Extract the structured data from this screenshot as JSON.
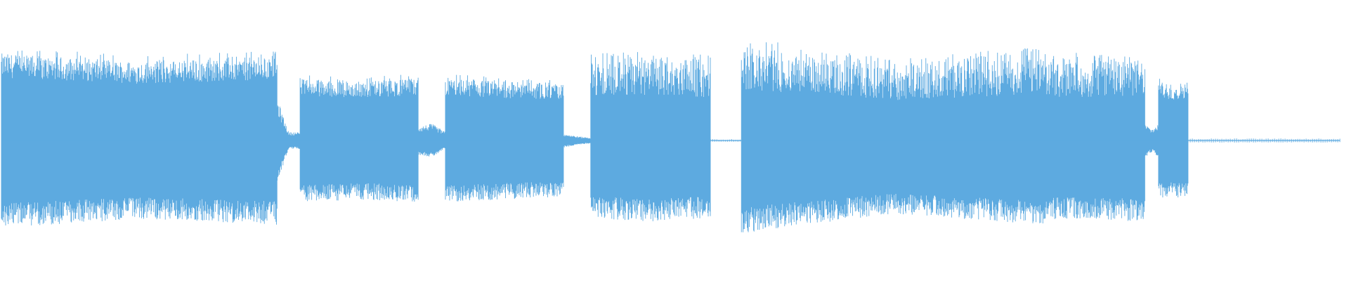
{
  "waveform": {
    "color": "#5DAAE0",
    "background": "#FFFFFF",
    "segments": [
      {
        "start": 0.0,
        "end": 0.205,
        "amp_start": 0.62,
        "amp_end": 0.6,
        "amp_mid": 0.56,
        "style": "dense"
      },
      {
        "start": 0.205,
        "end": 0.222,
        "amp_start": 0.3,
        "amp_end": 0.06,
        "amp_mid": 0.06,
        "style": "fade"
      },
      {
        "start": 0.222,
        "end": 0.31,
        "amp_start": 0.44,
        "amp_end": 0.44,
        "amp_mid": 0.42,
        "style": "dense"
      },
      {
        "start": 0.31,
        "end": 0.33,
        "amp_start": 0.1,
        "amp_end": 0.06,
        "amp_mid": 0.12,
        "style": "fade"
      },
      {
        "start": 0.33,
        "end": 0.418,
        "amp_start": 0.44,
        "amp_end": 0.4,
        "amp_mid": 0.42,
        "style": "dense"
      },
      {
        "start": 0.418,
        "end": 0.438,
        "amp_start": 0.05,
        "amp_end": 0.02,
        "amp_mid": 0.03,
        "style": "fade"
      },
      {
        "start": 0.438,
        "end": 0.527,
        "amp_start": 0.55,
        "amp_end": 0.55,
        "amp_mid": 0.58,
        "style": "spiky"
      },
      {
        "start": 0.527,
        "end": 0.55,
        "amp_start": 0.01,
        "amp_end": 0.01,
        "amp_mid": 0.01,
        "style": "flat"
      },
      {
        "start": 0.55,
        "end": 0.775,
        "amp_start": 0.66,
        "amp_end": 0.6,
        "amp_mid": 0.52,
        "style": "spiky"
      },
      {
        "start": 0.775,
        "end": 0.85,
        "amp_start": 0.56,
        "amp_end": 0.58,
        "amp_mid": 0.56,
        "style": "spiky"
      },
      {
        "start": 0.85,
        "end": 0.86,
        "amp_start": 0.12,
        "amp_end": 0.12,
        "amp_mid": 0.08,
        "style": "fade"
      },
      {
        "start": 0.86,
        "end": 0.882,
        "amp_start": 0.42,
        "amp_end": 0.42,
        "amp_mid": 0.4,
        "style": "dense"
      },
      {
        "start": 0.882,
        "end": 0.995,
        "amp_start": 0.015,
        "amp_end": 0.015,
        "amp_mid": 0.015,
        "style": "flat"
      }
    ]
  }
}
